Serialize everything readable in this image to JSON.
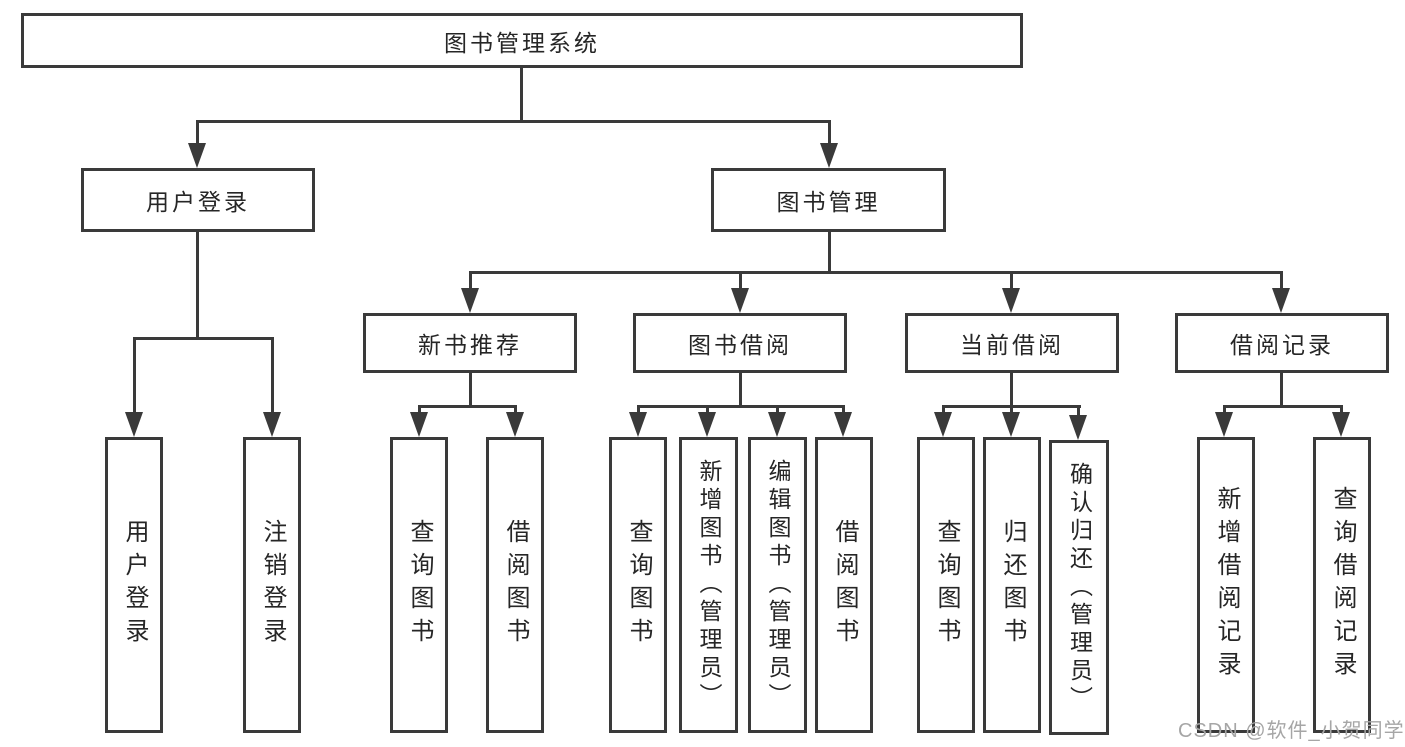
{
  "diagram": {
    "title_node": "图书管理系统",
    "level2": {
      "user_login": "用户登录",
      "book_management": "图书管理"
    },
    "level3": {
      "new_book_recommend": "新书推荐",
      "book_borrow": "图书借阅",
      "current_borrow": "当前借阅",
      "borrow_records": "借阅记录"
    },
    "leaves": {
      "user": [
        "用户登录",
        "注销登录"
      ],
      "newbook": [
        "查询图书",
        "借阅图书"
      ],
      "borrow": [
        "查询图书",
        "新增图书（管理员）",
        "编辑图书（管理员）",
        "借阅图书"
      ],
      "current": [
        "查询图书",
        "归还图书",
        "确认归还（管理员）"
      ],
      "records": [
        "新增借阅记录",
        "查询借阅记录"
      ]
    },
    "colors": {
      "line": "#3a3a3a",
      "text": "#262626",
      "watermark": "#a6a6a6",
      "background": "#ffffff"
    },
    "watermark": "CSDN @软件_小贺同学"
  }
}
